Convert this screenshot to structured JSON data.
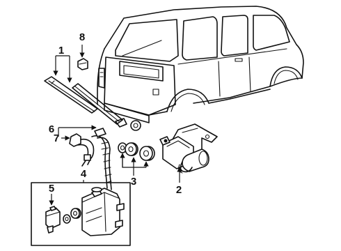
{
  "diagram": {
    "callouts": {
      "c1": "1",
      "c2": "2",
      "c3": "3",
      "c4": "4",
      "c5": "5",
      "c6": "6",
      "c7": "7",
      "c8": "8"
    }
  },
  "colors": {
    "line": "#111111",
    "background": "#ffffff"
  }
}
